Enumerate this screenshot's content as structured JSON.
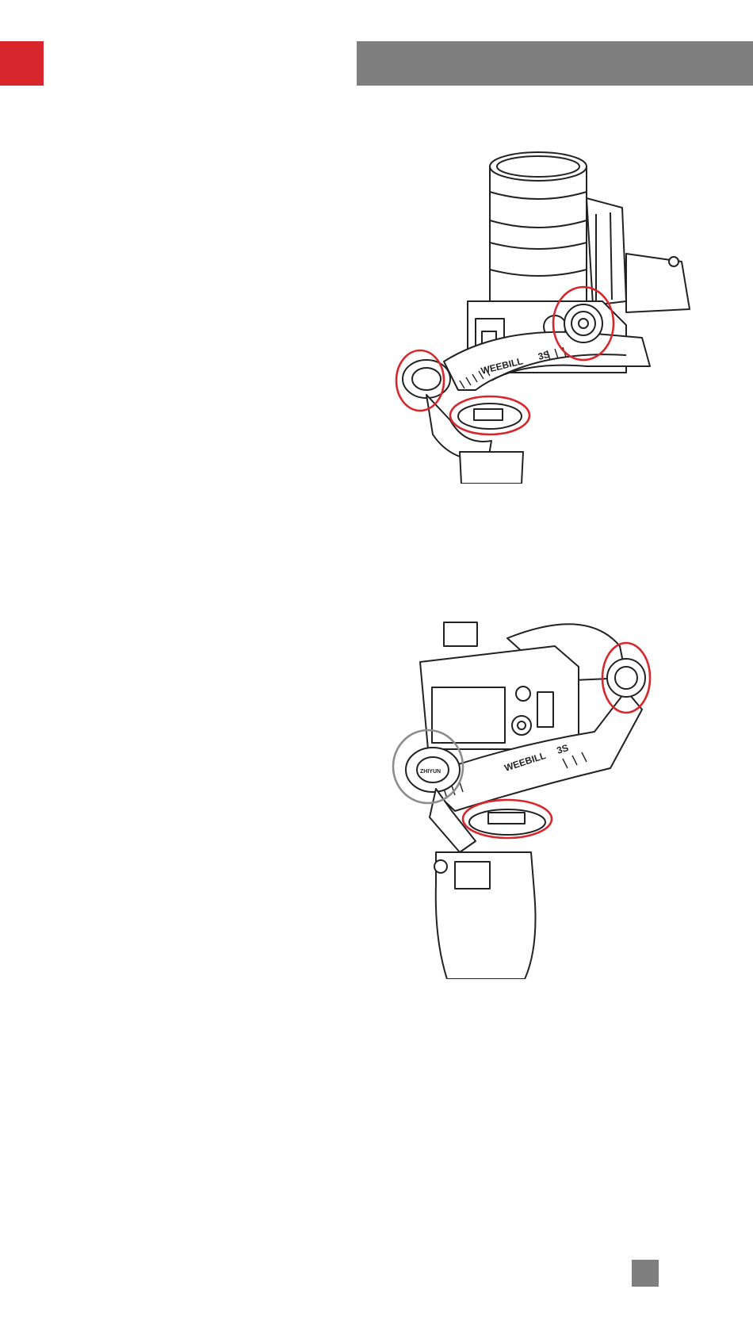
{
  "header": {
    "accent_color": "#d7262c",
    "bar_color": "#7f7f7f"
  },
  "figures": [
    {
      "brand_label": "WEEBILL",
      "model_label": "3S",
      "highlight_color": "#d7262c"
    },
    {
      "brand_label": "WEEBILL",
      "model_label": "3S",
      "logo_label": "ZHIYUN",
      "highlight_color": "#d7262c"
    }
  ],
  "footer": {
    "page_box_color": "#7f7f7f"
  }
}
